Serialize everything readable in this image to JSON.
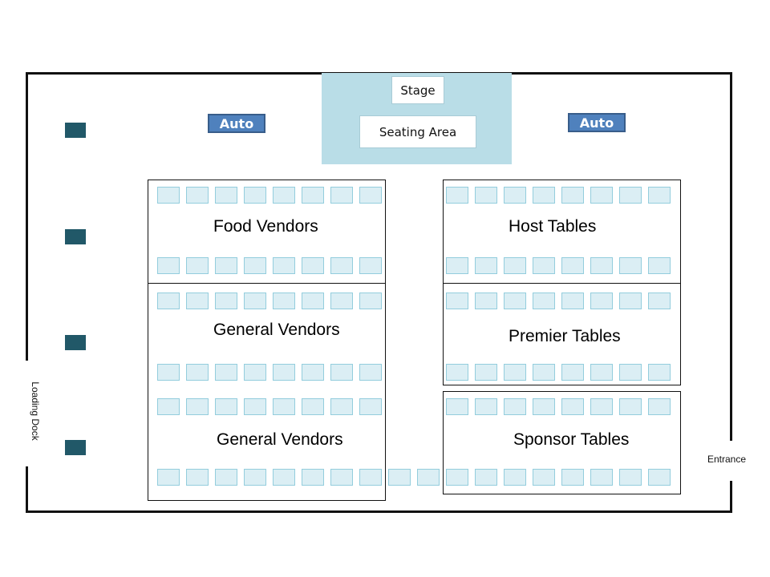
{
  "venue": {
    "stage_label": "Stage",
    "seating_label": "Seating Area",
    "auto_left": "Auto",
    "auto_right": "Auto",
    "loading_dock": "Loading Dock",
    "entrance": "Entrance"
  },
  "sections": {
    "food": "Food Vendors",
    "general_upper": "General Vendors",
    "general_lower": "General Vendors",
    "host": "Host Tables",
    "premier": "Premier Tables",
    "sponsor": "Sponsor Tables"
  },
  "colors": {
    "stage_area": "#b9dde7",
    "auto_button": "#4f81bd",
    "dock_box": "#215868",
    "booth_fill": "#dbeef4",
    "booth_border": "#93cddd"
  }
}
